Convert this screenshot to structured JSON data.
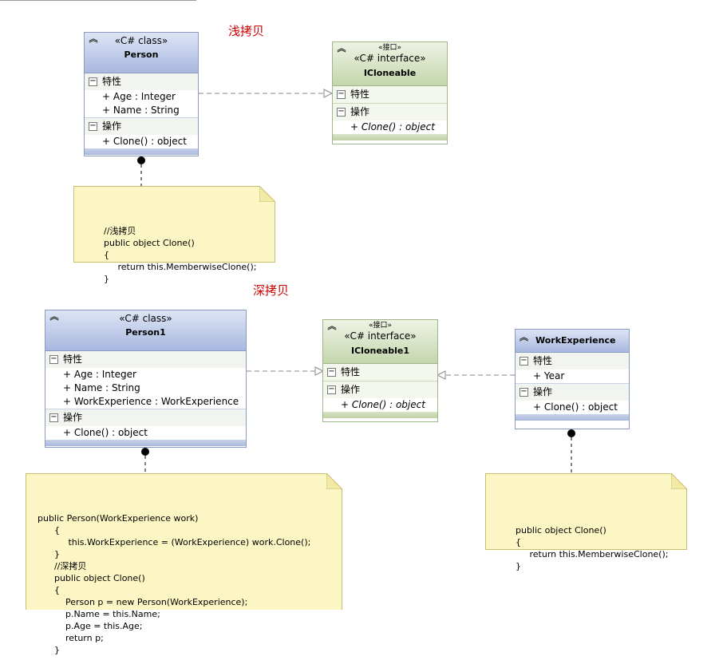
{
  "titles": {
    "shallow": "浅拷贝",
    "deep": "深拷贝"
  },
  "person": {
    "stereotype": "«C# class»",
    "name": "Person",
    "attr_header": "特性",
    "attrs": [
      "+ Age : Integer",
      "+ Name : String"
    ],
    "op_header": "操作",
    "ops": [
      "+ Clone() : object"
    ]
  },
  "icloneable": {
    "stereotype_small": "«接口»",
    "stereotype": "«C# interface»",
    "name": "ICloneable",
    "attr_header": "特性",
    "op_header": "操作",
    "ops": [
      "+ Clone() : object"
    ]
  },
  "note1": "//浅拷贝\npublic object Clone()\n{\n     return this.MemberwiseClone();\n}",
  "person1": {
    "stereotype": "«C# class»",
    "name": "Person1",
    "attr_header": "特性",
    "attrs": [
      "+ Age : Integer",
      "+ Name : String",
      "+ WorkExperience : WorkExperience"
    ],
    "op_header": "操作",
    "ops": [
      "+ Clone() : object"
    ]
  },
  "icloneable1": {
    "stereotype_small": "«接口»",
    "stereotype": "«C# interface»",
    "name": "ICloneable1",
    "attr_header": "特性",
    "op_header": "操作",
    "ops": [
      "+ Clone() : object"
    ]
  },
  "workexperience": {
    "name": "WorkExperience",
    "attr_header": "特性",
    "attrs": [
      "+ Year"
    ],
    "op_header": "操作",
    "ops": [
      "+ Clone() : object"
    ]
  },
  "note2": "public Person(WorkExperience work)\n      {\n           this.WorkExperience = (WorkExperience) work.Clone();\n      }\n      //深拷贝\n      public object Clone()\n      {\n          Person p = new Person(WorkExperience);\n          p.Name = this.Name;\n          p.Age = this.Age;\n          return p;\n      }",
  "note3": "public object Clone()\n{\n     return this.MemberwiseClone();\n}",
  "colors": {
    "title": "#cc0000",
    "class_header": "#a8b8df",
    "interface_header": "#c5d6ad",
    "note": "#fcf6c4"
  }
}
